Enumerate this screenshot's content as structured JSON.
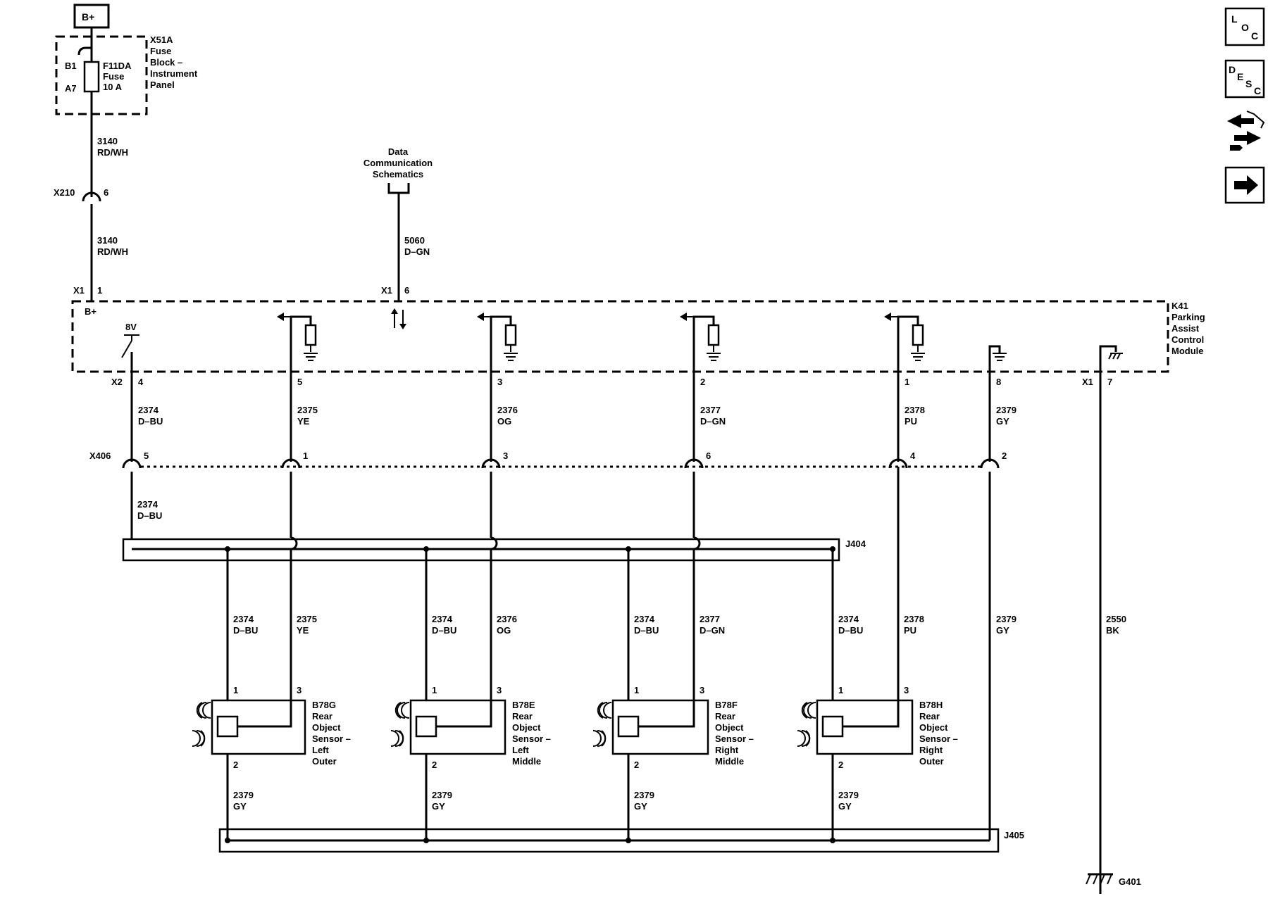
{
  "battery_label": "B+",
  "fuse_block": {
    "name": "X51A",
    "desc": [
      "Fuse",
      "Block –",
      "Instrument",
      "Panel"
    ],
    "pin_in": "B1",
    "pin_out": "A7",
    "fuse_name": "F11DA",
    "fuse_label": "Fuse",
    "fuse_rating": "10 A"
  },
  "feed_wire": {
    "circuit": "3140",
    "color": "RD/WH"
  },
  "x210": {
    "name": "X210",
    "pin": "6"
  },
  "data_comm": {
    "lines": [
      "Data",
      "Communication",
      "Schematics"
    ],
    "circuit": "5060",
    "color": "D–GN"
  },
  "module": {
    "name": "K41",
    "desc": [
      "Parking",
      "Assist",
      "Control",
      "Module"
    ],
    "x1": "X1",
    "pin_bplus": "1",
    "bplus": "B+",
    "pin_data": "6",
    "x2": "X2",
    "voltage": "8V",
    "x1_ground": "X1",
    "ground_pin": "7"
  },
  "module_wires": [
    {
      "pin": "4",
      "circuit": "2374",
      "color": "D–BU",
      "x406_pin": "5"
    },
    {
      "pin": "5",
      "circuit": "2375",
      "color": "YE",
      "x406_pin": "1"
    },
    {
      "pin": "3",
      "circuit": "2376",
      "color": "OG",
      "x406_pin": "3"
    },
    {
      "pin": "2",
      "circuit": "2377",
      "color": "D–GN",
      "x406_pin": "6"
    },
    {
      "pin": "1",
      "circuit": "2378",
      "color": "PU",
      "x406_pin": "4"
    },
    {
      "pin": "8",
      "circuit": "2379",
      "color": "GY",
      "x406_pin": "2"
    }
  ],
  "x406": "X406",
  "lower_feed": {
    "circuit": "2374",
    "color": "D–BU"
  },
  "j404": "J404",
  "j405": "J405",
  "ground_wire": {
    "circuit": "2550",
    "color": "BK"
  },
  "ground_name": "G401",
  "sensors": [
    {
      "id": "B78G",
      "desc": [
        "Rear",
        "Object",
        "Sensor –",
        "Left",
        "Outer"
      ],
      "pin1": "1",
      "pin2": "2",
      "pin3": "3",
      "pwr_circuit": "2374",
      "pwr_color": "D–BU",
      "sig_circuit": "2375",
      "sig_color": "YE",
      "gnd_circuit": "2379",
      "gnd_color": "GY"
    },
    {
      "id": "B78E",
      "desc": [
        "Rear",
        "Object",
        "Sensor –",
        "Left",
        "Middle"
      ],
      "pin1": "1",
      "pin2": "2",
      "pin3": "3",
      "pwr_circuit": "2374",
      "pwr_color": "D–BU",
      "sig_circuit": "2376",
      "sig_color": "OG",
      "gnd_circuit": "2379",
      "gnd_color": "GY"
    },
    {
      "id": "B78F",
      "desc": [
        "Rear",
        "Object",
        "Sensor –",
        "Right",
        "Middle"
      ],
      "pin1": "1",
      "pin2": "2",
      "pin3": "3",
      "pwr_circuit": "2374",
      "pwr_color": "D–BU",
      "sig_circuit": "2377",
      "sig_color": "D–GN",
      "gnd_circuit": "2379",
      "gnd_color": "GY"
    },
    {
      "id": "B78H",
      "desc": [
        "Rear",
        "Object",
        "Sensor –",
        "Right",
        "Outer"
      ],
      "pin1": "1",
      "pin2": "2",
      "pin3": "3",
      "pwr_circuit": "2374",
      "pwr_color": "D–BU",
      "sig_circuit": "2378",
      "sig_color": "PU",
      "gnd_circuit": "2379",
      "gnd_color": "GY"
    }
  ],
  "j405_feed": {
    "circuit": "2379",
    "color": "GY"
  },
  "nav": {
    "loc": [
      "L",
      "O",
      "C"
    ],
    "desc": [
      "D",
      "E",
      "S",
      "C"
    ]
  },
  "icons": [
    "connector-end-view-icon",
    "next-page-arrow-icon"
  ]
}
